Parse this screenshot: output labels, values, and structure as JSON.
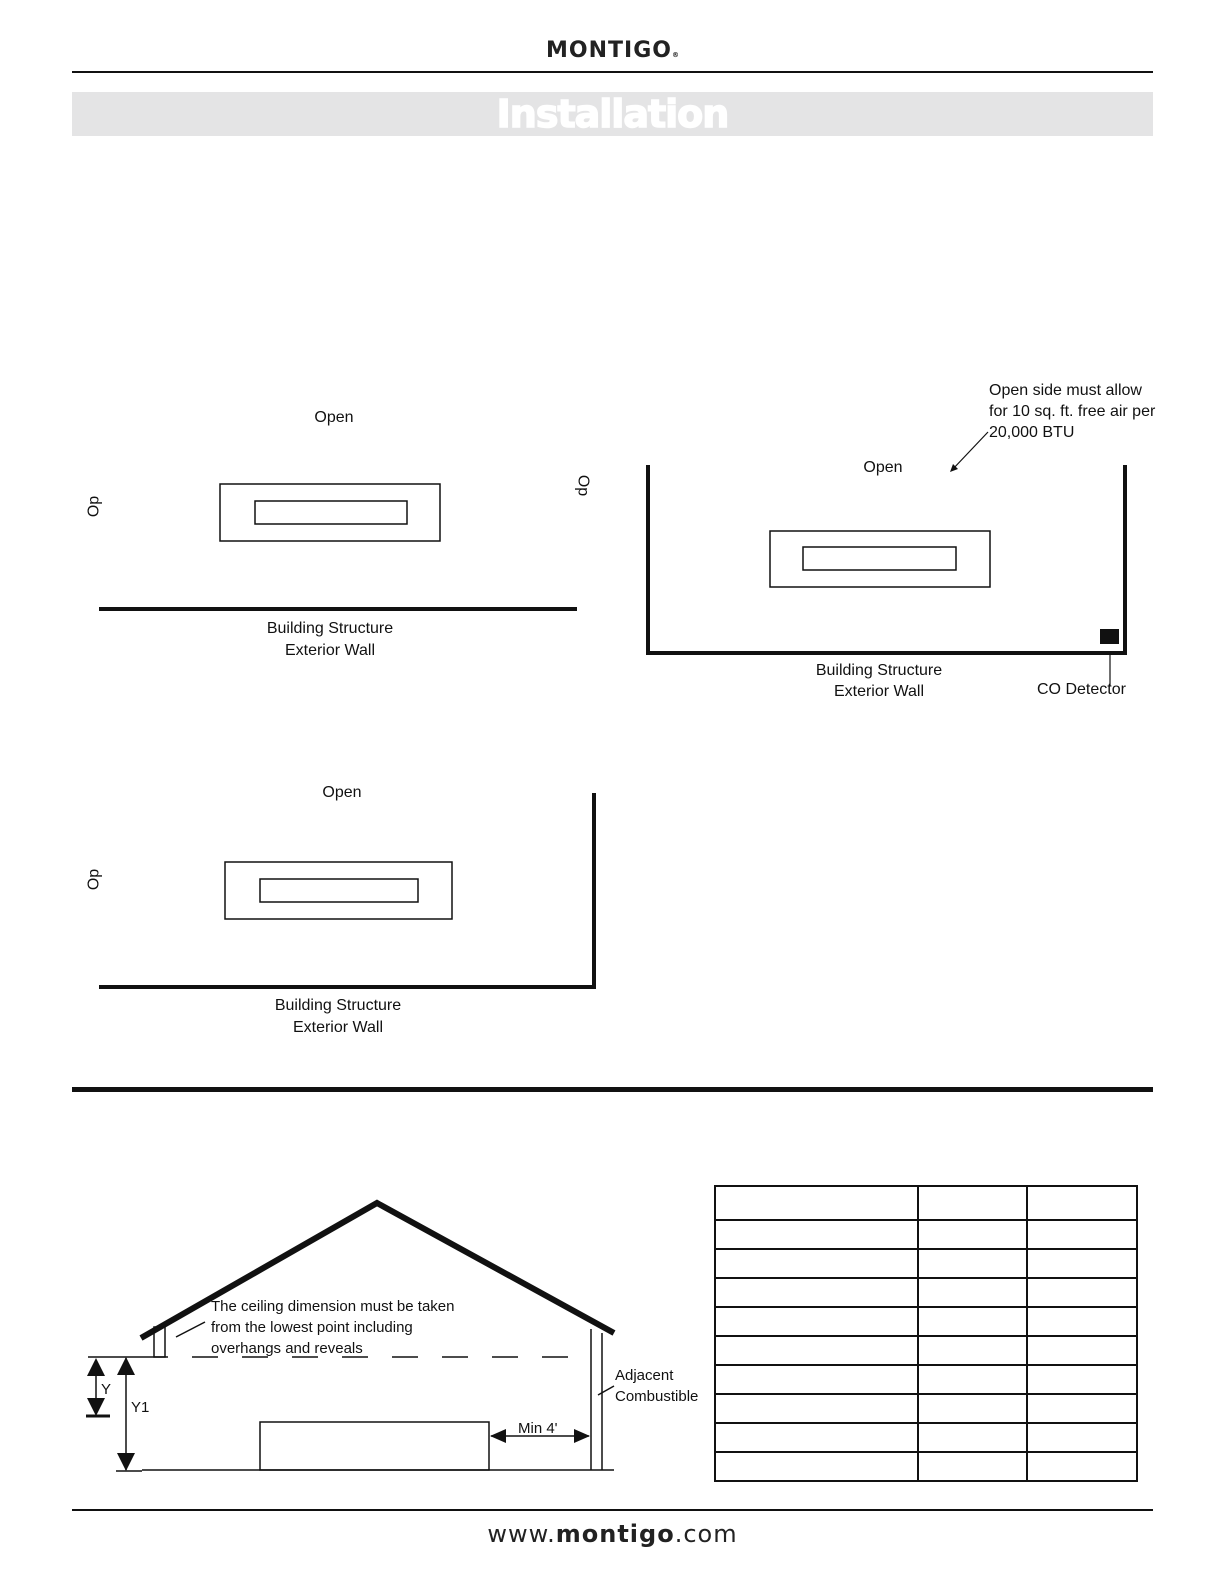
{
  "header": {
    "brand": "MONTIGO",
    "brand_mark": "®",
    "banner_title": "Installation"
  },
  "diagram_1": {
    "open_label": "Open",
    "side_label": "Op",
    "wall_label_1": "Building Structure",
    "wall_label_2": "Exterior Wall"
  },
  "diagram_2": {
    "note_line_1": "Open side must allow",
    "note_line_2": "for 10  sq. ft. free air per",
    "note_line_3": "20,000 BTU",
    "open_label": "Open",
    "side_label": "Op",
    "wall_label_1": "Building Structure",
    "wall_label_2": "Exterior Wall",
    "co_label": "CO Detector"
  },
  "diagram_3": {
    "open_label": "Open",
    "side_label": "Op",
    "wall_label_1": "Building Structure",
    "wall_label_2": "Exterior Wall"
  },
  "ceiling_diagram": {
    "note_line_1": "The ceiling dimension must be taken",
    "note_line_2": "from the lowest point including",
    "note_line_3": "overhangs and reveals",
    "y_label": "Y",
    "y1_label": "Y1",
    "min_label": "Min 4'",
    "adjacent_line_1": "Adjacent",
    "adjacent_line_2": "Combustible"
  },
  "clearance_table": {
    "rows": 10,
    "columns": 3
  },
  "footer": {
    "url_prefix": "www.",
    "url_brand": "montigo",
    "url_suffix": ".com"
  }
}
